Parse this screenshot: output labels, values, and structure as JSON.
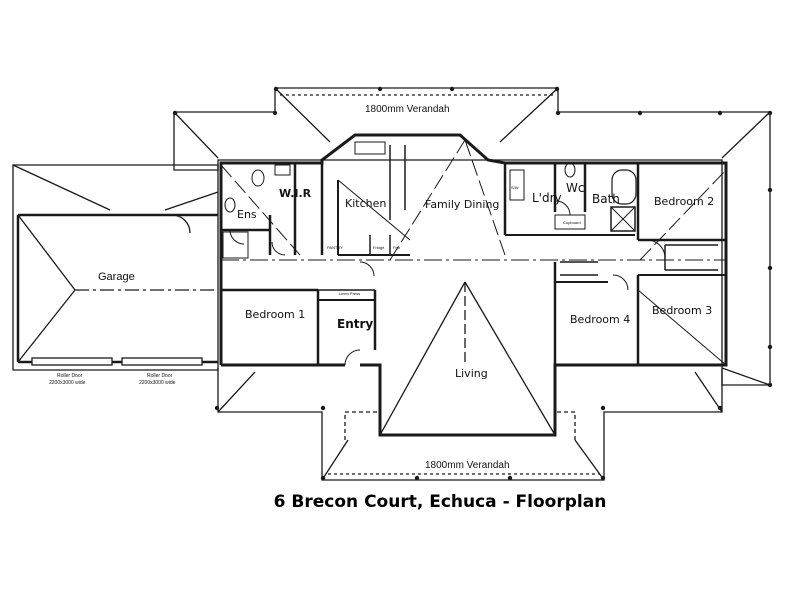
{
  "title": "6 Brecon Court, Echuca - Floorplan",
  "rooms": {
    "garage": "Garage",
    "ens": "Ens",
    "wir": "W.I.R",
    "kitchen": "Kitchen",
    "family_dining": "Family Dining",
    "ldry": "L'dry",
    "wc": "Wc",
    "bath": "Bath",
    "bedroom2": "Bedroom 2",
    "bedroom1": "Bedroom 1",
    "entry": "Entry",
    "living": "Living",
    "bedroom4": "Bedroom 4",
    "bedroom3": "Bedroom 3"
  },
  "fixtures": {
    "pantry": "PANTRY",
    "fridge": "Fridge",
    "frm": "Frm",
    "linen_press": "Linen Press",
    "cupboard": "Cupboard",
    "ldry_cab": "S/W"
  },
  "verandahs": {
    "top": "1800mm Verandah",
    "bottom": "1800mm Verandah"
  },
  "doors": {
    "roller1": "Roller Door",
    "roller1_size": "2200x3000 wide",
    "roller2": "Roller Door",
    "roller2_size": "2200x3000 wide"
  },
  "colors": {
    "line": "#1a1a1a",
    "background": "#ffffff"
  }
}
